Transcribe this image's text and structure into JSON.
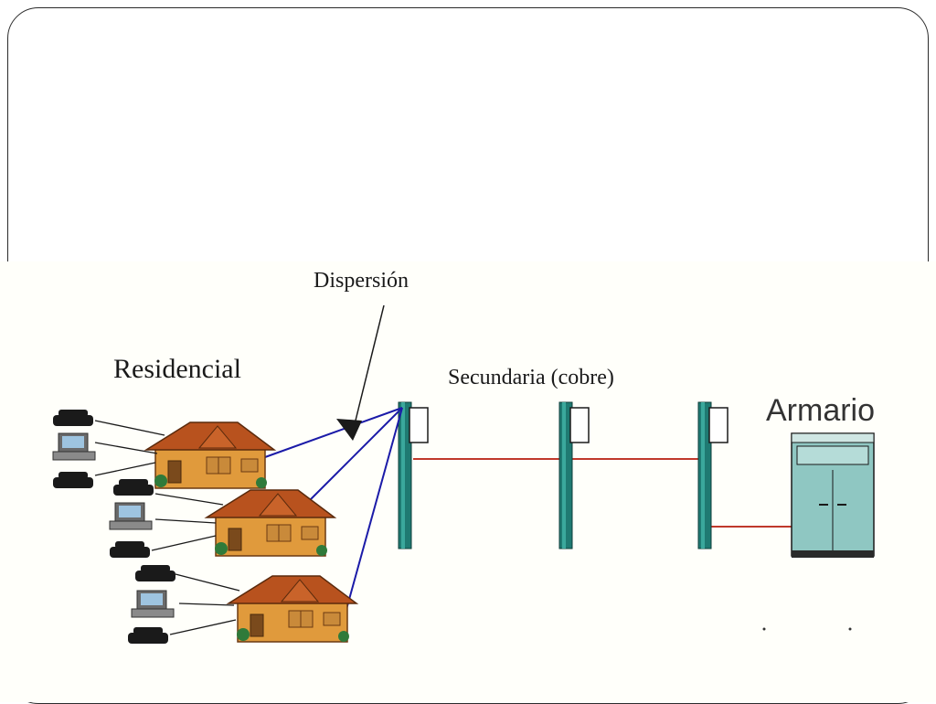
{
  "labels": {
    "dispersion": "Dispersión",
    "residencial": "Residencial",
    "secundaria": "Secundaria (cobre)",
    "armario": "Armario"
  },
  "colors": {
    "roof": "#b8521e",
    "wall": "#e09a3c",
    "pole": "#1f7a72",
    "drop_wire": "#1b1ba8",
    "copper_wire": "#c0392b",
    "cabinet": "#8fc7c2"
  },
  "icons": [
    "telephone-icon",
    "computer-icon",
    "house-icon",
    "utility-pole-icon",
    "cabinet-icon"
  ]
}
